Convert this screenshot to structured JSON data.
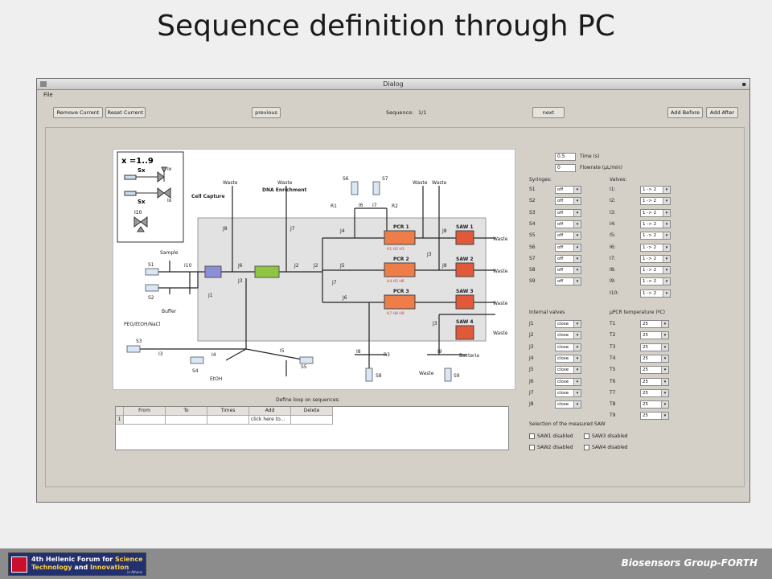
{
  "slide": {
    "title": "Sequence definition through PC",
    "footer_logo": {
      "line1_a": "4th Hellenic Forum for ",
      "line1_b": "Science",
      "line2_a": "Technology",
      "line2_b": " and ",
      "line2_c": "Innovation",
      "line3": "in Athens"
    },
    "footer_group": "Biosensors Group-FORTH"
  },
  "window": {
    "title": "Dialog",
    "menu": "File"
  },
  "toolbar": {
    "remove_current": "Remove Current",
    "reset_current": "Reset Current",
    "previous": "previous",
    "sequence_label": "Sequence:",
    "sequence_value": "1/1",
    "next": "next",
    "add_before": "Add Before",
    "add_after": "Add After"
  },
  "params": {
    "time_value": "0.5",
    "time_label": "Time (s)",
    "flowrate_value": "0",
    "flowrate_label": "Flowrate (µL/min)"
  },
  "syringes": {
    "header": "Syringes:",
    "items": [
      {
        "label": "S1",
        "value": "off"
      },
      {
        "label": "S2",
        "value": "off"
      },
      {
        "label": "S3",
        "value": "off"
      },
      {
        "label": "S4",
        "value": "off"
      },
      {
        "label": "S5",
        "value": "off"
      },
      {
        "label": "S6",
        "value": "off"
      },
      {
        "label": "S7",
        "value": "off"
      },
      {
        "label": "S8",
        "value": "off"
      },
      {
        "label": "S9",
        "value": "off"
      }
    ]
  },
  "valves": {
    "header": "Valves:",
    "items": [
      {
        "label": "I1:",
        "value": "1 -> 2"
      },
      {
        "label": "I2:",
        "value": "1 -> 2"
      },
      {
        "label": "I3:",
        "value": "1 -> 2"
      },
      {
        "label": "I4:",
        "value": "1 -> 2"
      },
      {
        "label": "I5:",
        "value": "1 -> 2"
      },
      {
        "label": "I6:",
        "value": "1 -> 2"
      },
      {
        "label": "I7:",
        "value": "1 -> 2"
      },
      {
        "label": "I8:",
        "value": "1 -> 2"
      },
      {
        "label": "I9:",
        "value": "1 -> 2"
      },
      {
        "label": "I10:",
        "value": "1 -> 2"
      }
    ]
  },
  "internal_valves": {
    "header": "Internal valves",
    "items": [
      {
        "label": "J1",
        "value": "close"
      },
      {
        "label": "J2",
        "value": "close"
      },
      {
        "label": "J3",
        "value": "close"
      },
      {
        "label": "J4",
        "value": "close"
      },
      {
        "label": "J5",
        "value": "close"
      },
      {
        "label": "J6",
        "value": "close"
      },
      {
        "label": "J7",
        "value": "close"
      },
      {
        "label": "J8",
        "value": "close"
      }
    ]
  },
  "pcr_temps": {
    "header": "µPCR temperature (ºC)",
    "items": [
      {
        "label": "T1",
        "value": "25"
      },
      {
        "label": "T2",
        "value": "25"
      },
      {
        "label": "T3",
        "value": "25"
      },
      {
        "label": "T4",
        "value": "25"
      },
      {
        "label": "T5",
        "value": "25"
      },
      {
        "label": "T6",
        "value": "25"
      },
      {
        "label": "T7",
        "value": "25"
      },
      {
        "label": "T8",
        "value": "25"
      },
      {
        "label": "T9",
        "value": "25"
      }
    ]
  },
  "saw": {
    "header": "Selection of the measured SAW",
    "items": [
      "SAW1 disabled",
      "SAW3 disabled",
      "SAW2 disabled",
      "SAW4 disabled"
    ]
  },
  "loops": {
    "title": "Define loop on sequences:",
    "headers": [
      "From",
      "To",
      "Times",
      "Add",
      "Delete"
    ],
    "row_index": "1",
    "add_cell": "click here to..."
  },
  "diagram": {
    "legend_title": "x =1..9",
    "legend_sx": "Sx",
    "legend_ix": "Ix",
    "legend_i10": "I10",
    "cell_capture": "Cell Capture",
    "dna_enrichment": "DNA Enrichment",
    "waste": "Waste",
    "sample": "Sample",
    "buffer": "Buffer",
    "peg": "PEG/EtOH/NaCl",
    "etoh": "EtOH",
    "bacteria": "Bacteria",
    "pcr1": "PCR 1",
    "pcr2": "PCR 2",
    "pcr3": "PCR 3",
    "saw1": "SAW 1",
    "saw2": "SAW 2",
    "saw3": "SAW 3",
    "saw4": "SAW 4",
    "h1": "H1  H2  H3",
    "h2": "H4  H5  H6",
    "h3": "H7  H8  H9",
    "labels": {
      "s1": "S1",
      "s2": "S2",
      "s3": "S3",
      "s4": "S4",
      "s5": "S5",
      "s6": "S6",
      "s7": "S7",
      "s8": "S8",
      "s9": "S9",
      "i3": "I3",
      "i4": "I4",
      "i5": "I5",
      "i6": "I6",
      "i7": "I7",
      "i8": "I8",
      "i9": "I9",
      "i10": "I10",
      "j1": "J1",
      "j2a": "J2",
      "j2b": "J2",
      "j3a": "J3",
      "j3b": "J3",
      "j3c": "J3",
      "j4": "J4",
      "j5": "J5",
      "j6a": "J6",
      "j6b": "J6",
      "j7a": "J7",
      "j7b": "J7",
      "j8a": "J8",
      "j8b": "J8",
      "j8c": "J8",
      "r1": "R1",
      "r2": "R2",
      "r3": "R3"
    }
  }
}
